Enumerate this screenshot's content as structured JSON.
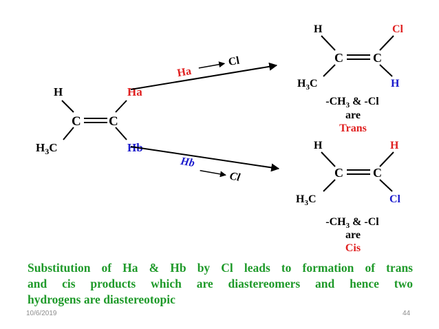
{
  "colors": {
    "black": "#000000",
    "red": "#e02020",
    "blue": "#1a1acc",
    "green": "#1f9a2a"
  },
  "reactant": {
    "h": "H",
    "ha": "Ha",
    "c1": "C",
    "c2": "C",
    "h3c_h3": "H",
    "h3c_sub": "3",
    "h3c_c": "C",
    "hb": "Hb"
  },
  "arrow_top": {
    "ha": "Ha",
    "cl": "Cl"
  },
  "arrow_bottom": {
    "hb": "Hb",
    "cl": "Cl"
  },
  "trans": {
    "h": "H",
    "cl": "Cl",
    "c1": "C",
    "c2": "C",
    "h3c_h3": "H",
    "h3c_sub": "3",
    "h3c_c": "C",
    "h_right": "H",
    "desc_ch": "-CH",
    "desc_sub": "3",
    "desc_rest": " & -Cl",
    "are": "are",
    "label": "Trans"
  },
  "cis": {
    "h_left": "H",
    "h_right": "H",
    "c1": "C",
    "c2": "C",
    "h3c_h3": "H",
    "h3c_sub": "3",
    "h3c_c": "C",
    "cl": "Cl",
    "desc_ch": "-CH",
    "desc_sub": "3",
    "desc_rest": " & -Cl",
    "are": "are",
    "label": "Cis"
  },
  "caption": {
    "line1": "Substitution of Ha & Hb by Cl leads to formation of trans",
    "line2": "and cis products which are diastereomers and hence two",
    "line3": "hydrogens are diastereotopic"
  },
  "footer": {
    "date": "10/6/2019",
    "page": "44"
  }
}
